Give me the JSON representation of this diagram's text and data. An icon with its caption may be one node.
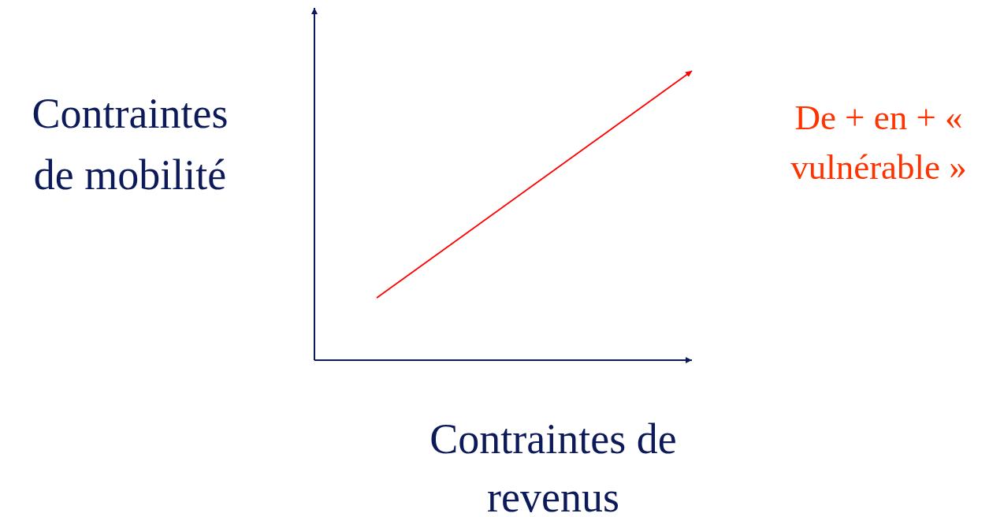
{
  "diagram": {
    "labels": [
      "Contraintes de mobilité",
      "De + en + « vulnérable »",
      "Contraintes de revenus"
    ]
  }
}
